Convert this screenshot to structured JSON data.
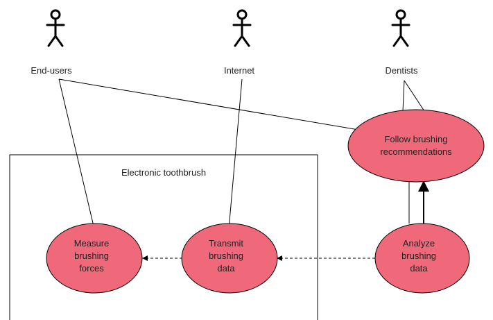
{
  "actors": {
    "end_users": {
      "label": "End-users",
      "icon": "stick-figure-icon"
    },
    "internet": {
      "label": "Internet",
      "icon": "stick-figure-icon"
    },
    "dentists": {
      "label": "Dentists",
      "icon": "stick-figure-icon"
    }
  },
  "system": {
    "label": "Electronic toothbrush"
  },
  "use_cases": {
    "measure": {
      "line1": "Measure",
      "line2": "brushing",
      "line3": "forces"
    },
    "transmit": {
      "line1": "Transmit",
      "line2": "brushing",
      "line3": "data"
    },
    "analyze": {
      "line1": "Analyze",
      "line2": "brushing",
      "line3": "data"
    },
    "follow": {
      "line1": "Follow brushing",
      "line2": "recommendations"
    }
  },
  "colors": {
    "use_case_fill": "#f0697a",
    "stroke": "#000000",
    "text": "#222222"
  }
}
